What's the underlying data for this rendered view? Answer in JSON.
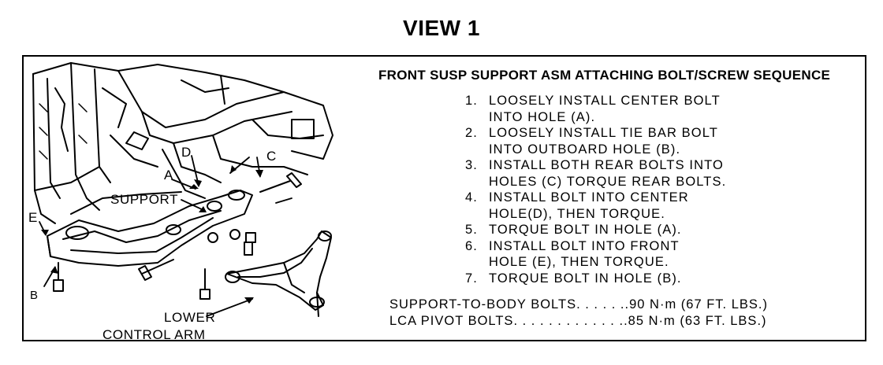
{
  "view_title": "VIEW 1",
  "callouts": {
    "a": "A",
    "b": "B",
    "c": "C",
    "d": "D",
    "e": "E",
    "support": "SUPPORT",
    "lower_control_arm_line1": "LOWER",
    "lower_control_arm_line2": "CONTROL ARM"
  },
  "sequence": {
    "title": "FRONT SUSP SUPPORT ASM ATTACHING BOLT/SCREW SEQUENCE",
    "steps": [
      {
        "num": "1.",
        "text": "LOOSELY INSTALL CENTER BOLT\nINTO HOLE (A)."
      },
      {
        "num": "2.",
        "text": "LOOSELY INSTALL TIE BAR BOLT\nINTO OUTBOARD HOLE (B)."
      },
      {
        "num": "3.",
        "text": "INSTALL BOTH REAR BOLTS INTO\nHOLES (C) TORQUE REAR BOLTS."
      },
      {
        "num": "4.",
        "text": "INSTALL BOLT INTO CENTER\nHOLE(D), THEN TORQUE."
      },
      {
        "num": "5.",
        "text": "TORQUE BOLT IN HOLE (A)."
      },
      {
        "num": "6.",
        "text": "INSTALL BOLT INTO FRONT\nHOLE (E), THEN TORQUE."
      },
      {
        "num": "7.",
        "text": "TORQUE BOLT IN HOLE (B)."
      }
    ]
  },
  "torque_specs": [
    {
      "name": "SUPPORT-TO-BODY BOLTS",
      "dots": " . . . . . . ",
      "value": ".90 N·m (67 FT. LBS.)"
    },
    {
      "name": "LCA PIVOT BOLTS",
      "dots": " . . . . . . . . . . . . . ",
      "value": ".85 N·m (63 FT. LBS.)"
    }
  ]
}
